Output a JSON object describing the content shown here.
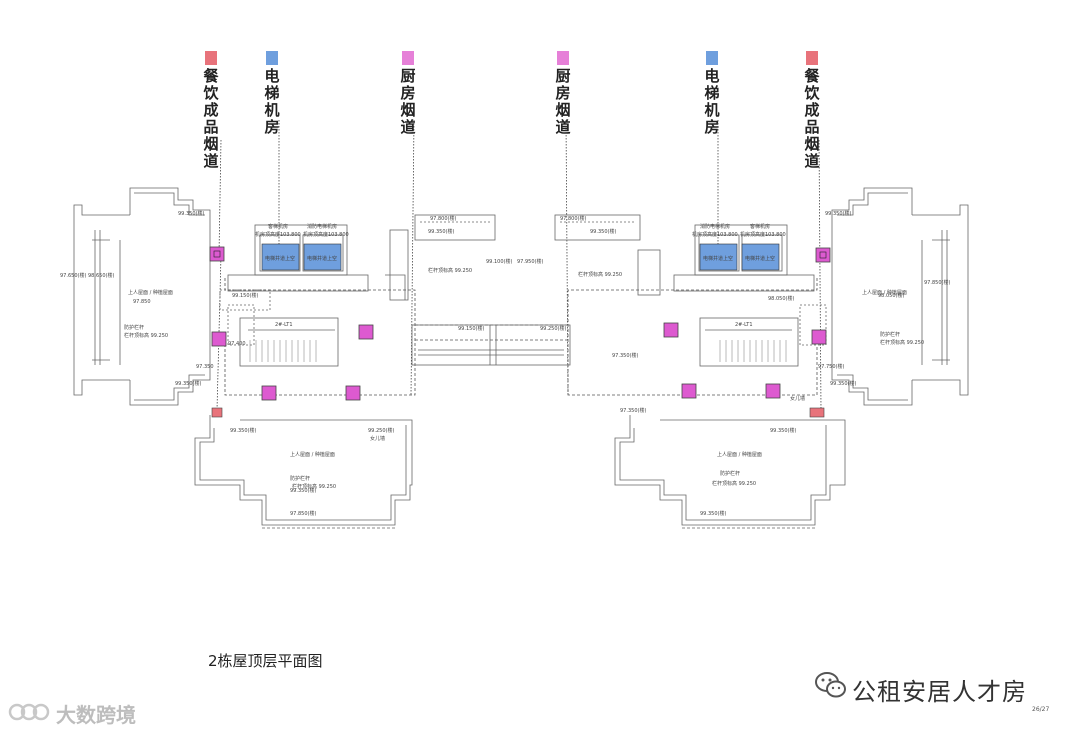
{
  "legend": {
    "items": [
      {
        "label": "餐饮成品烟道",
        "color": "#e8737b"
      },
      {
        "label": "电梯机房",
        "color": "#6f9fde"
      },
      {
        "label": "厨房烟道",
        "color": "#e680d8"
      },
      {
        "label": "厨房烟道",
        "color": "#e680d8"
      },
      {
        "label": "电梯机房",
        "color": "#6f9fde"
      },
      {
        "label": "餐饮成品烟道",
        "color": "#e8737b"
      }
    ]
  },
  "colors": {
    "shaft_magenta": "#dd5ad0",
    "shaft_red": "#e8737b",
    "machine_room": "#6f9fde",
    "line": "#666666"
  },
  "plan": {
    "machine_rooms_left": {
      "guest_title": "客梯机房",
      "fire_title": "消防电梯机房",
      "guest_height": "机房顶高度103.800",
      "fire_height": "机房顶高度103.800",
      "guest_label": "电梯井道上空",
      "fire_label": "电梯井道上空"
    },
    "machine_rooms_right": {
      "fire_title": "消防电梯机房",
      "guest_title": "客梯机房",
      "fire_height": "机房顶高度103.800",
      "guest_height": "机房顶高度103.800",
      "fire_label": "电梯井道上空",
      "guest_label": "电梯井道上空"
    },
    "stair_left": "2#-LT1",
    "stair_right": "2#-LT1",
    "elev": {
      "e1": "99.350(楼)",
      "e2": "97.650(楼)",
      "e3": "98.650(楼)",
      "e4": "97.850",
      "e5": "99.150(楼)",
      "e6": "97.800(楼)",
      "e7": "99.350(楼)",
      "e8": "99.100(楼)",
      "e9": "97.950(楼)",
      "e10": "97.400",
      "e11": "97.350",
      "e12": "99.350(楼)",
      "e13": "99.350(楼)",
      "e14": "99.250(楼)",
      "e15": "99.350(楼)",
      "e16": "97.850(楼)",
      "e17": "97.800(楼)",
      "e18": "99.350(楼)",
      "e19": "99.150(楼)",
      "e20": "98.050(楼)",
      "e21": "97.350(楼)",
      "e22": "97.750(楼)",
      "e23": "99.350(楼)",
      "e24": "99.350(楼)",
      "e25": "97.850(楼)",
      "e26": "98.050(楼)",
      "e27": "97.350(楼)",
      "e28": "99.350(楼)",
      "e29": "99.250(楼)",
      "e30": "99.350(楼)"
    },
    "notes": {
      "roof_left": "上人屋面 / 种植屋面",
      "roof_right": "上人屋面 / 种植屋面",
      "guard_left": "防护栏杆",
      "guard_right": "防护栏杆",
      "parapet_left": "栏杆顶标高 99.250",
      "parapet_right": "栏杆顶标高 99.250",
      "bottom_roof_left": "上人屋面 / 种植屋面",
      "bottom_roof_right": "上人屋面 / 种植屋面",
      "bottom_guard_left": "防护栏杆",
      "bottom_guard_right": "防护栏杆",
      "bottom_parapet_left": "栏杆顶标高 99.250",
      "bottom_parapet_right": "栏杆顶标高 99.250",
      "wall_left": "女儿墙",
      "wall_right": "女儿墙",
      "center_note_left": "栏杆顶标高 99.250",
      "center_note_right": "栏杆顶标高 99.250"
    }
  },
  "title": "2栋屋顶层平面图",
  "brand": "公租安居人才房",
  "watermark": "大数跨境",
  "page_number": "26/27"
}
